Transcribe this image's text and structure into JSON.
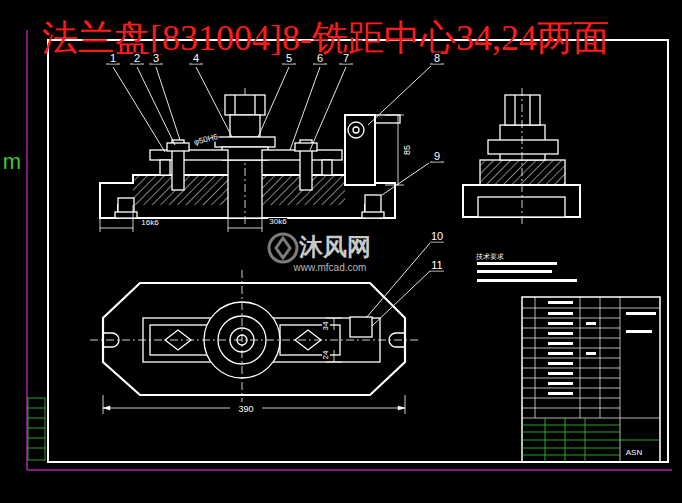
{
  "diagram": {
    "title": "法兰盘[831004]8-铣距中心34,24两面",
    "labels": [
      "1",
      "2",
      "3",
      "4",
      "5",
      "6",
      "7",
      "8",
      "9",
      "10",
      "11",
      "φ50H6",
      "16k6",
      "30k6",
      "85",
      "390",
      "34",
      "24",
      "技术要求",
      "ASN",
      "沐风网",
      "www.mfcad.com",
      "m"
    ]
  }
}
